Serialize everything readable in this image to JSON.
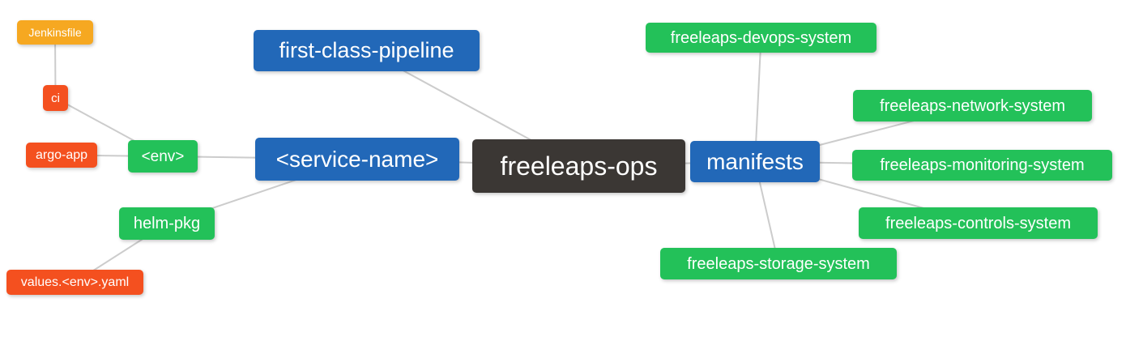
{
  "diagram": {
    "type": "mindmap",
    "root_label": "freeleaps-ops",
    "colors": {
      "blue": "#2268b8",
      "green": "#23c159",
      "orange": "#f6a821",
      "red": "#f4501f",
      "dark": "#3b3734",
      "edge": "#cccccc",
      "node_text": "#ffffff",
      "background": "#ffffff"
    },
    "nodes": [
      {
        "id": "jenkinsfile",
        "label": "Jenkinsfile",
        "color": "orange"
      },
      {
        "id": "ci",
        "label": "ci",
        "color": "red"
      },
      {
        "id": "argo-app",
        "label": "argo-app",
        "color": "red"
      },
      {
        "id": "env",
        "label": "<env>",
        "color": "green"
      },
      {
        "id": "helm-pkg",
        "label": "helm-pkg",
        "color": "green"
      },
      {
        "id": "values-env-yaml",
        "label": "values.<env>.yaml",
        "color": "red"
      },
      {
        "id": "first-class-pipeline",
        "label": "first-class-pipeline",
        "color": "blue"
      },
      {
        "id": "service-name",
        "label": "<service-name>",
        "color": "blue"
      },
      {
        "id": "freeleaps-ops",
        "label": "freeleaps-ops",
        "color": "dark"
      },
      {
        "id": "manifests",
        "label": "manifests",
        "color": "blue"
      },
      {
        "id": "devops-system",
        "label": "freeleaps-devops-system",
        "color": "green"
      },
      {
        "id": "network-system",
        "label": "freeleaps-network-system",
        "color": "green"
      },
      {
        "id": "monitoring-system",
        "label": "freeleaps-monitoring-system",
        "color": "green"
      },
      {
        "id": "controls-system",
        "label": "freeleaps-controls-system",
        "color": "green"
      },
      {
        "id": "storage-system",
        "label": "freeleaps-storage-system",
        "color": "green"
      }
    ],
    "edges": [
      {
        "from": "jenkinsfile",
        "to": "ci"
      },
      {
        "from": "ci",
        "to": "env"
      },
      {
        "from": "argo-app",
        "to": "env"
      },
      {
        "from": "env",
        "to": "service-name"
      },
      {
        "from": "helm-pkg",
        "to": "service-name"
      },
      {
        "from": "values-env-yaml",
        "to": "helm-pkg"
      },
      {
        "from": "first-class-pipeline",
        "to": "freeleaps-ops"
      },
      {
        "from": "service-name",
        "to": "freeleaps-ops"
      },
      {
        "from": "freeleaps-ops",
        "to": "manifests"
      },
      {
        "from": "manifests",
        "to": "devops-system"
      },
      {
        "from": "manifests",
        "to": "network-system"
      },
      {
        "from": "manifests",
        "to": "monitoring-system"
      },
      {
        "from": "manifests",
        "to": "controls-system"
      },
      {
        "from": "manifests",
        "to": "storage-system"
      }
    ]
  }
}
